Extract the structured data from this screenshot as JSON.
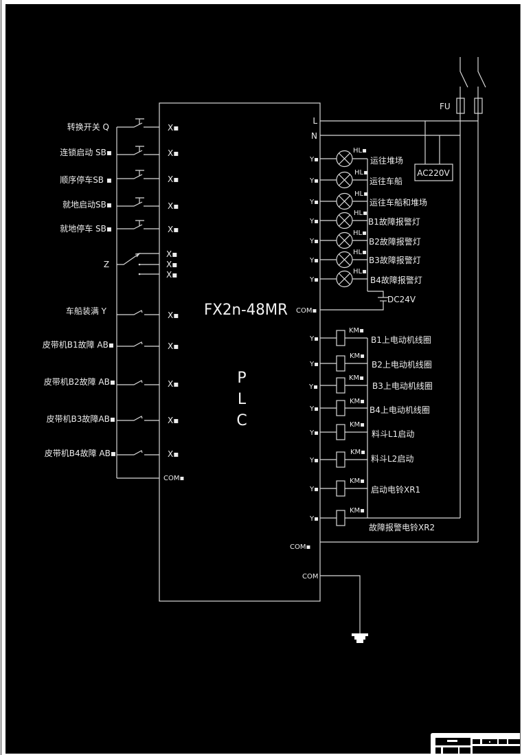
{
  "drawing": {
    "plc": {
      "model": "FX2n-48MR",
      "letters": [
        "P",
        "L",
        "C"
      ],
      "terminal_L": "L",
      "terminal_N": "N",
      "com_inputs": "COM▪",
      "com_lamps": "COM▪",
      "com_outputs": "COM▪",
      "com_ground": "COM"
    },
    "inputs": [
      {
        "label": "转换开关 Q",
        "terminal": "X▪",
        "type": "pushbutton"
      },
      {
        "label": "连锁启动 SB▪",
        "terminal": "X▪",
        "type": "pushbutton"
      },
      {
        "label": "顺序停车SB ▪",
        "terminal": "X▪",
        "type": "pushbutton"
      },
      {
        "label": "就地启动SB▪",
        "terminal": "X▪",
        "type": "pushbutton"
      },
      {
        "label": "就地停车 SB▪",
        "terminal": "X▪",
        "type": "pushbutton"
      },
      {
        "label": "车船装满 Y",
        "terminal": "X▪",
        "type": "contact"
      },
      {
        "label": "皮带机B1故障 AB▪",
        "terminal": "X▪",
        "type": "contact"
      },
      {
        "label": "皮带机B2故障 AB▪",
        "terminal": "X▪",
        "type": "contact"
      },
      {
        "label": "皮带机B3故障AB▪",
        "terminal": "X▪",
        "type": "contact"
      },
      {
        "label": "皮带机B4故障  AB▪",
        "terminal": "X▪",
        "type": "contact"
      }
    ],
    "selector": {
      "label": "Z",
      "terminals": [
        "X▪",
        "X▪",
        "X▪"
      ]
    },
    "lamps": [
      {
        "terminal": "Y▪",
        "tag": "HL▪",
        "label": "运往堆场"
      },
      {
        "terminal": "Y▪",
        "tag": "HL▪",
        "label": "运往车船"
      },
      {
        "terminal": "Y▪",
        "tag": "HL▪",
        "label": "运往车船和堆场"
      },
      {
        "terminal": "Y▪",
        "tag": "HL▪",
        "label": "B1故障报警灯"
      },
      {
        "terminal": "Y▪",
        "tag": "HL▪",
        "label": "B2故障报警灯"
      },
      {
        "terminal": "Y▪",
        "tag": "HL▪",
        "label": "B3故障报警灯"
      },
      {
        "terminal": "Y▪",
        "tag": "HL▪",
        "label": "B4故障报警灯"
      }
    ],
    "lamp_supply": "DC24V",
    "coils": [
      {
        "terminal": "Y▪",
        "tag": "KM▪",
        "label": "B1上电动机线圈"
      },
      {
        "terminal": "Y▪",
        "tag": "KM▪",
        "label": "B2上电动机线圈"
      },
      {
        "terminal": "Y▪",
        "tag": "KM▪",
        "label": "B3上电动机线圈"
      },
      {
        "terminal": "Y▪",
        "tag": "KM▪",
        "label": "B4上电动机线圈"
      },
      {
        "terminal": "Y▪",
        "tag": "KM▪",
        "label": "料斗L1启动"
      },
      {
        "terminal": "Y▪",
        "tag": "KM▪",
        "label": "料斗L2启动"
      },
      {
        "terminal": "Y▪",
        "tag": "KM▪",
        "label": "启动电铃XR1"
      },
      {
        "terminal": "Y▪",
        "tag": "KM▪",
        "label": "故障报警电铃XR2"
      }
    ],
    "power": {
      "fuse_label": "FU",
      "supply_label": "AC220V"
    },
    "colors": {
      "background": "#000000",
      "lines": "#d9d9d9",
      "text": "#ececec",
      "page": "#ffffff"
    }
  }
}
